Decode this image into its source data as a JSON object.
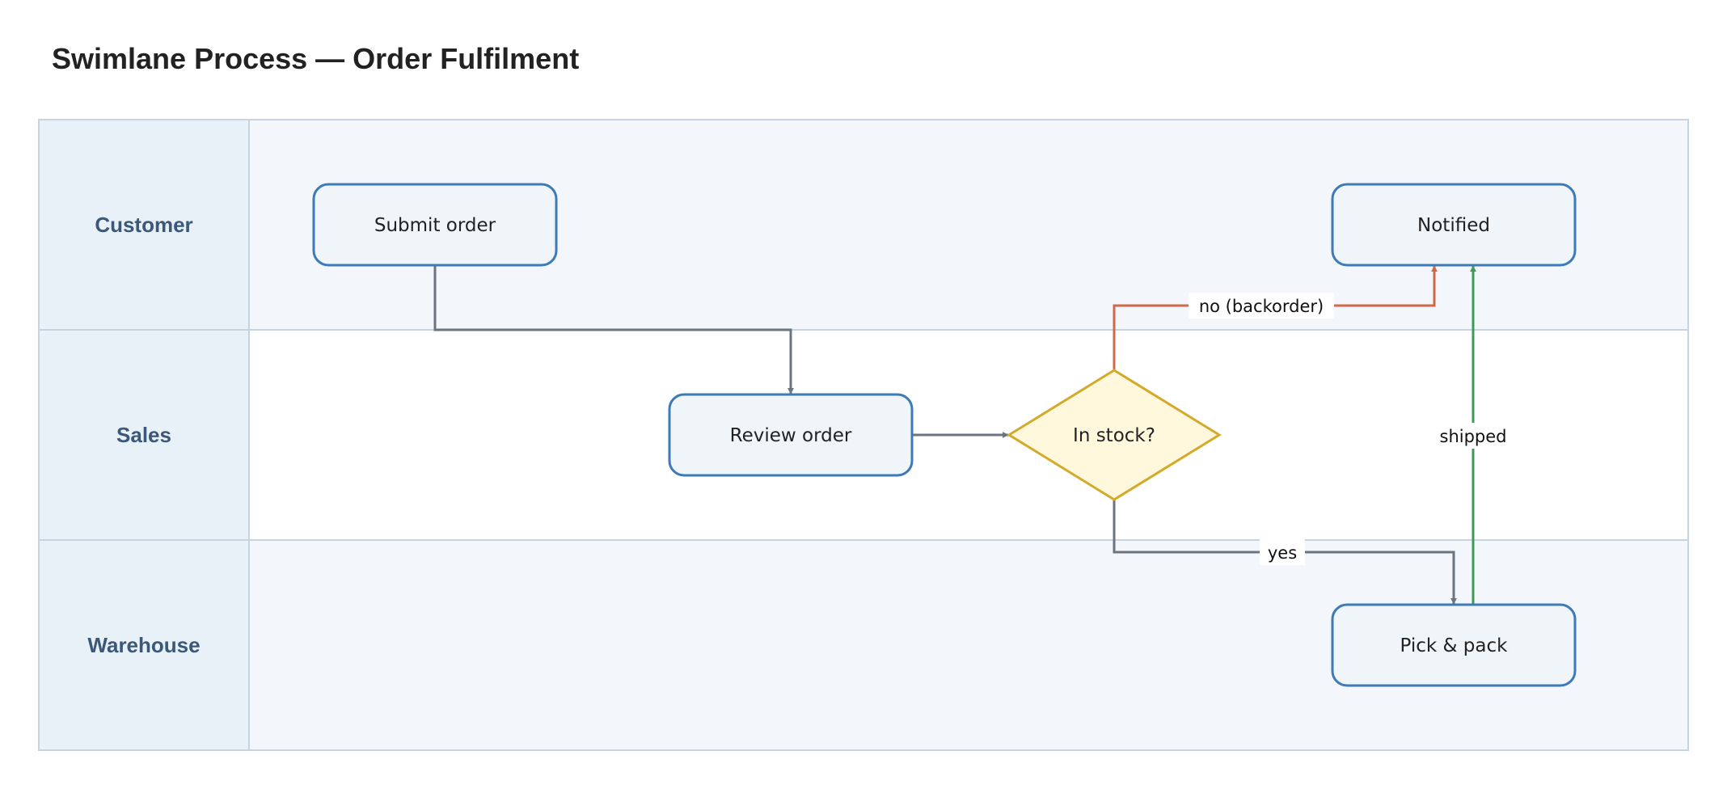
{
  "title": "Swimlane Process — Order Fulfilment",
  "colors": {
    "lane_header_bg": "#e8f0f8",
    "lane_alt_bg": "#f3f7fb",
    "lane_border": "#c7d4e0",
    "node_stroke": "#3d7ab8",
    "node_fill": "#f0f5fa",
    "decision_stroke": "#d4aa2a",
    "decision_fill": "#fff8dd",
    "edge_default": "#6b7480",
    "edge_no": "#d0684a",
    "edge_shipped": "#3f9a5a"
  },
  "lanes": [
    {
      "id": "customer",
      "label": "Customer"
    },
    {
      "id": "sales",
      "label": "Sales"
    },
    {
      "id": "warehouse",
      "label": "Warehouse"
    }
  ],
  "nodes": {
    "submit": {
      "label": "Submit order",
      "type": "process",
      "lane": "customer"
    },
    "notified": {
      "label": "Notified",
      "type": "process",
      "lane": "customer"
    },
    "review": {
      "label": "Review order",
      "type": "process",
      "lane": "sales"
    },
    "instock": {
      "label": "In stock?",
      "type": "decision",
      "lane": "sales"
    },
    "pick": {
      "label": "Pick & pack",
      "type": "process",
      "lane": "warehouse"
    }
  },
  "edges": {
    "submit_review": {
      "from": "submit",
      "to": "review",
      "label": ""
    },
    "review_instock": {
      "from": "review",
      "to": "instock",
      "label": ""
    },
    "instock_notified": {
      "from": "instock",
      "to": "notified",
      "label": "no (backorder)"
    },
    "instock_pick": {
      "from": "instock",
      "to": "pick",
      "label": "yes"
    },
    "pick_notified": {
      "from": "pick",
      "to": "notified",
      "label": "shipped"
    }
  }
}
